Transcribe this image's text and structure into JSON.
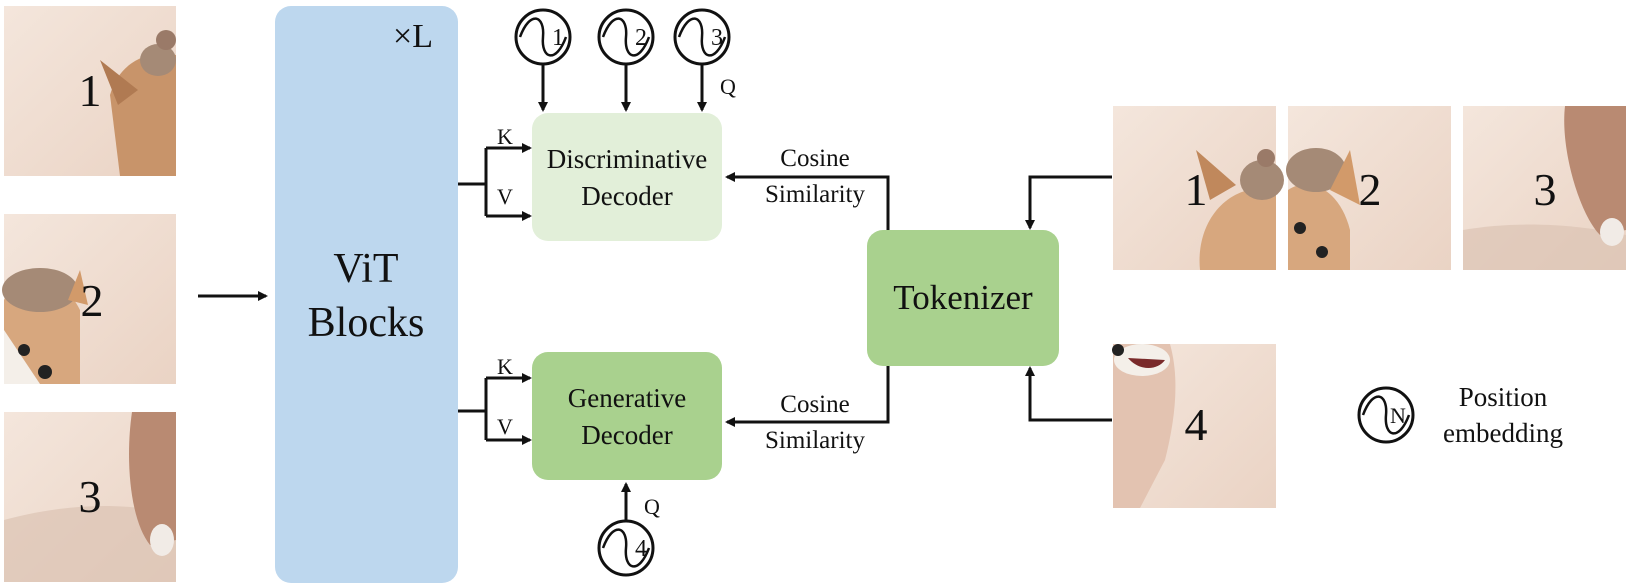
{
  "vit": {
    "title_line1": "ViT",
    "title_line2": "Blocks",
    "repeat": "×L"
  },
  "discriminative_decoder": {
    "line1": "Discriminative",
    "line2": "Decoder"
  },
  "generative_decoder": {
    "line1": "Generative",
    "line2": "Decoder"
  },
  "tokenizer": {
    "label": "Tokenizer"
  },
  "cosine_top": {
    "line1": "Cosine",
    "line2": "Similarity"
  },
  "cosine_bottom": {
    "line1": "Cosine",
    "line2": "Similarity"
  },
  "kv": {
    "k": "K",
    "v": "V"
  },
  "query_label": "Q",
  "position_embeddings": [
    "1",
    "2",
    "3",
    "4"
  ],
  "legend": {
    "symbol": "N",
    "line1": "Position",
    "line2": "embedding"
  },
  "input_patches": [
    "1",
    "2",
    "3"
  ],
  "target_patches": [
    "1",
    "2",
    "3",
    "4"
  ],
  "colors": {
    "vit_fill": "#bdd7ee",
    "disc_fill": "#e2efd9",
    "gen_fill": "#a9d18e",
    "tok_fill": "#a9d18e",
    "image_bg": "#f1e1d6"
  }
}
